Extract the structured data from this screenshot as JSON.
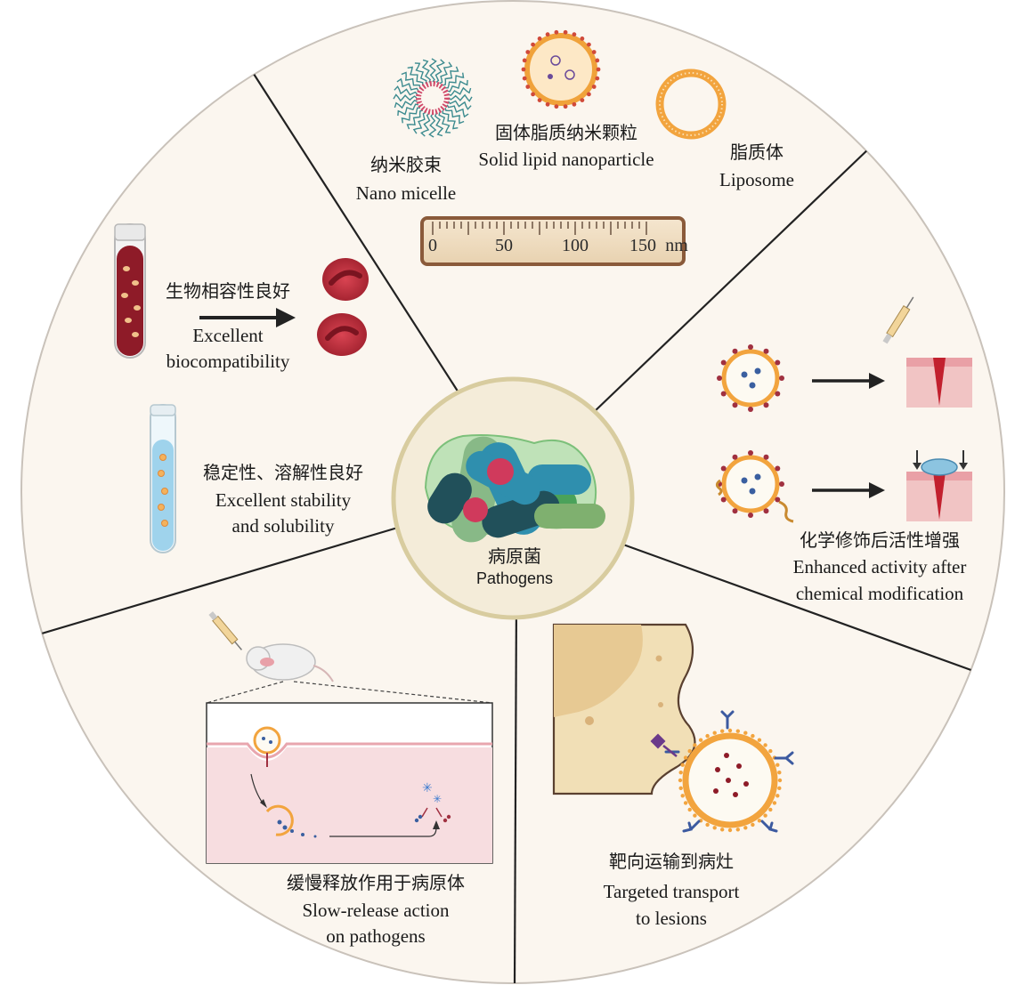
{
  "center": {
    "zh": "病原菌",
    "en": "Pathogens"
  },
  "carriers": {
    "micelle": {
      "zh": "纳米胶束",
      "en": "Nano micelle"
    },
    "sln": {
      "zh": "固体脂质纳米颗粒",
      "en": "Solid lipid nanoparticle"
    },
    "liposome": {
      "zh": "脂质体",
      "en": "Liposome"
    }
  },
  "ruler": {
    "ticks": [
      "0",
      "50",
      "100",
      "150"
    ],
    "unit": "nm"
  },
  "biocompat": {
    "zh": "生物相容性良好",
    "en1": "Excellent",
    "en2": "biocompatibility"
  },
  "stability": {
    "zh": "稳定性、溶解性良好",
    "en1": "Excellent stability",
    "en2": "and solubility"
  },
  "chemical": {
    "zh": "化学修饰后活性增强",
    "en1": "Enhanced activity after",
    "en2": "chemical modification"
  },
  "slow": {
    "zh": "缓慢释放作用于病原体",
    "en1": "Slow-release action",
    "en2": "on pathogens"
  },
  "target": {
    "zh": "靶向运输到病灶",
    "en1": "Targeted transport",
    "en2": "to lesions"
  },
  "colors": {
    "disc_fill": "#fbf6ef",
    "disc_stroke": "#c9c2ba",
    "lipid_orange": "#f0a23a",
    "blood_red": "#8e1b28",
    "tube_blue": "#9fd3ec",
    "cell_red": "#c2303a",
    "bacteria_teal": "#2f8fae",
    "bacteria_dark": "#21505a",
    "bacteria_green": "#5aa65a",
    "pink_tissue": "#f7dde0",
    "beige_tissue": "#efd7a6"
  }
}
